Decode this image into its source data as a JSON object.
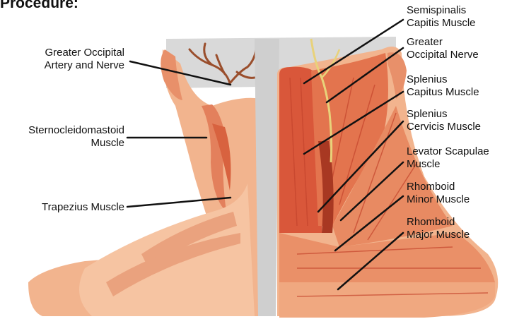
{
  "heading": "Procedure:",
  "left_labels": {
    "occipital_artery": [
      "Greater Occipital",
      "Artery and Nerve"
    ],
    "scm": [
      "Sternocleidomastoid",
      "Muscle"
    ],
    "trapezius": [
      "Trapezius Muscle"
    ]
  },
  "right_labels": {
    "semispinalis": [
      "Semispinalis",
      "Capitis Muscle"
    ],
    "occipital_nerve": [
      "Greater",
      "Occipital Nerve"
    ],
    "splenius_capitus": [
      "Splenius",
      "Capitus Muscle"
    ],
    "splenius_cervicis": [
      "Splenius",
      "Cervicis Muscle"
    ],
    "levator": [
      "Levator Scapulae",
      "Muscle"
    ],
    "rhomboid_minor": [
      "Rhomboid",
      "Minor Muscle"
    ],
    "rhomboid_major": [
      "Rhomboid",
      "Major Muscle"
    ]
  },
  "colors": {
    "skin": "#f2b48e",
    "skin_light": "#f7c9a8",
    "muscle": "#e0704d",
    "muscle_dark": "#c4442c",
    "spine": "#cfcfcf",
    "nerve": "#e8d27a",
    "artery": "#9a4e2c",
    "leader": "#111111"
  }
}
